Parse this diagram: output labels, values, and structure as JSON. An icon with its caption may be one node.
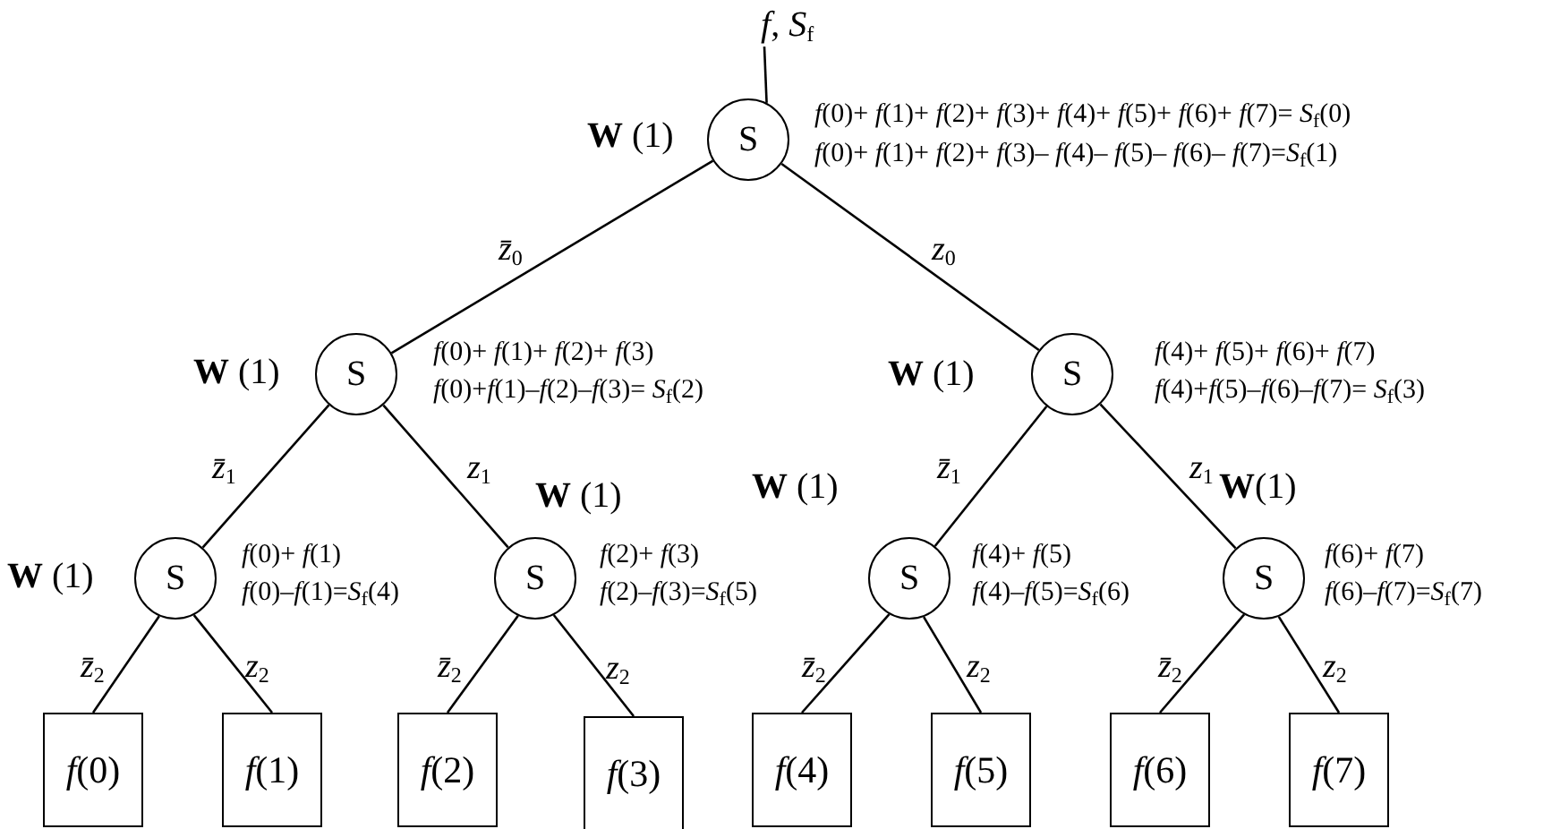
{
  "diagram": {
    "nodes": [
      {
        "text": [
          "*f*, *S*$_{f}$"
        ]
      },
      {
        "text": [
          "S"
        ],
        "beside": [
          "**W** (1)",
          "*f*(0)+ *f*(1)+ *f*(2)+ *f*(3)+ *f*(4)+ *f*(5)+ *f*(6)+ *f*(7)= *S*$_{f}$(0)",
          "*f*(0)+ *f*(1)+ *f*(2)+ *f*(3)– *f*(4)– *f*(5)– *f*(6)– *f*(7)=*S*$_{f}$(1)"
        ]
      },
      {
        "text": [
          "S"
        ],
        "beside": [
          "**W** (1)",
          "*f*(0)+ *f*(1)+ *f*(2)+ *f*(3)",
          "*f*(0)+*f*(1)–*f*(2)–*f*(3)= *S*$_{f}$(2)"
        ]
      },
      {
        "text": [
          "S"
        ],
        "beside": [
          "**W** (1)",
          "*f*(4)+ *f*(5)+ *f*(6)+ *f*(7)",
          "*f*(4)+*f*(5)–*f*(6)–*f*(7)= *S*$_{f}$(3)"
        ]
      },
      {
        "text": [
          "S"
        ],
        "beside": [
          "**W** (1)",
          "*f*(0)+ *f*(1)",
          "*f*(0)–*f*(1)=*S*$_{f}$(4)"
        ]
      },
      {
        "text": [
          "S"
        ],
        "beside": [
          "**W** (1)",
          "*f*(2)+ *f*(3)",
          "*f*(2)–*f*(3)=*S*$_{f}$(5)"
        ]
      },
      {
        "text": [
          "S"
        ],
        "beside": [
          "**W** (1)",
          "*f*(4)+ *f*(5)",
          "*f*(4)–*f*(5)=*S*$_{f}$(6)"
        ]
      },
      {
        "text": [
          "S"
        ],
        "beside": [
          "**W**(1)",
          "*f*(6)+ *f*(7)",
          "*f*(6)–*f*(7)=*S*$_{f}$(7)"
        ]
      },
      {
        "text": [
          "*f*(0)"
        ]
      },
      {
        "text": [
          "*f*(1)"
        ]
      },
      {
        "text": [
          "*f*(2)"
        ]
      },
      {
        "text": [
          "*f*(3)"
        ]
      },
      {
        "text": [
          "*f*(4)"
        ]
      },
      {
        "text": [
          "*f*(5)"
        ]
      },
      {
        "text": [
          "*f*(6)"
        ]
      },
      {
        "text": [
          "*f*(7)"
        ]
      }
    ],
    "edges": [
      {
        "from": 0,
        "to": 1,
        "arrow": "none"
      },
      {
        "from": 1,
        "to": 2,
        "arrow": "none",
        "label": "*z̄*$_{0}$"
      },
      {
        "from": 1,
        "to": 3,
        "arrow": "none",
        "label": "*z*$_{0}$"
      },
      {
        "from": 2,
        "to": 4,
        "arrow": "none",
        "label": "*z̄*$_{1}$"
      },
      {
        "from": 2,
        "to": 5,
        "arrow": "none",
        "label": "*z*$_{1}$"
      },
      {
        "from": 3,
        "to": 6,
        "arrow": "none",
        "label": "*z̄*$_{1}$"
      },
      {
        "from": 3,
        "to": 7,
        "arrow": "none",
        "label": "*z*$_{1}$"
      },
      {
        "from": 4,
        "to": 8,
        "arrow": "none",
        "label": "*z̄*$_{2}$"
      },
      {
        "from": 4,
        "to": 9,
        "arrow": "none",
        "label": "*z*$_{2}$"
      },
      {
        "from": 5,
        "to": 10,
        "arrow": "none",
        "label": "*z̄*$_{2}$"
      },
      {
        "from": 5,
        "to": 11,
        "arrow": "none",
        "label": "*z*$_{2}$"
      },
      {
        "from": 6,
        "to": 12,
        "arrow": "none",
        "label": "*z̄*$_{2}$"
      },
      {
        "from": 6,
        "to": 13,
        "arrow": "none",
        "label": "*z*$_{2}$"
      },
      {
        "from": 7,
        "to": 14,
        "arrow": "none",
        "label": "*z̄*$_{2}$"
      },
      {
        "from": 7,
        "to": 15,
        "arrow": "none",
        "label": "*z*$_{2}$"
      }
    ]
  }
}
